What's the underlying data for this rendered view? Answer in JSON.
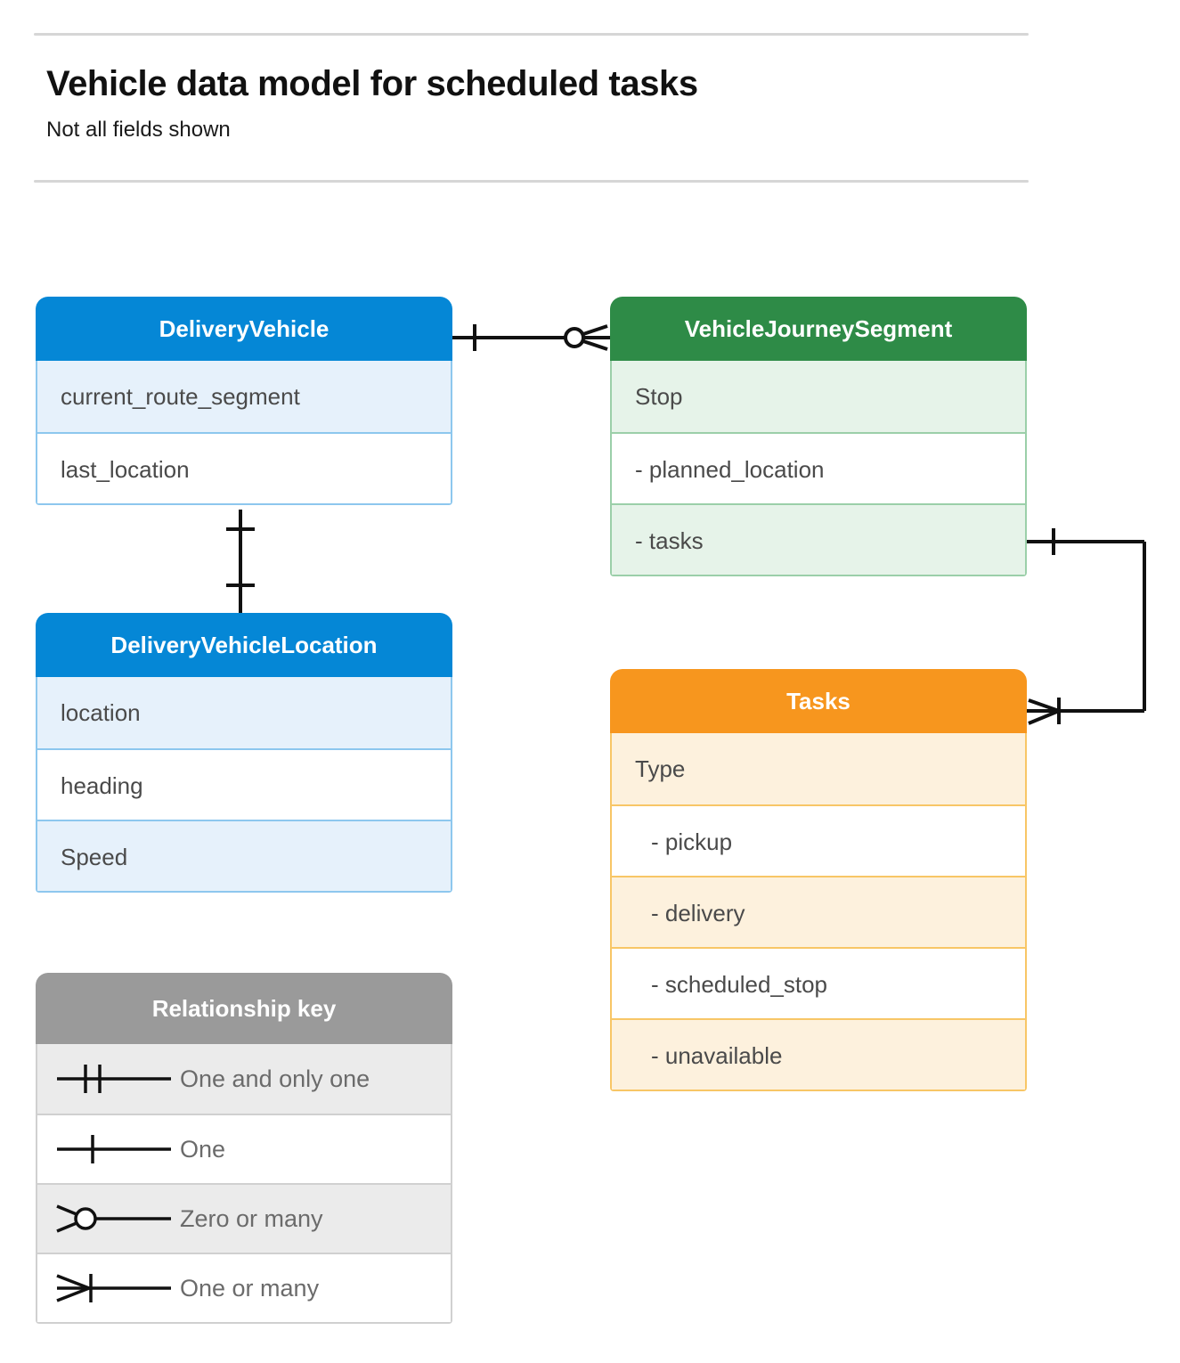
{
  "header": {
    "title": "Vehicle data model for scheduled tasks",
    "subtitle": "Not all fields shown"
  },
  "colors": {
    "blue_header": "#0587d6",
    "blue_row_alt": "#e6f1fb",
    "blue_border": "#8dc7ee",
    "green_header": "#2e8b47",
    "green_row_alt": "#e6f3e9",
    "green_border": "#9bcfa9",
    "orange_header": "#f7961e",
    "orange_row_alt": "#fdf1dd",
    "orange_border": "#f8c666",
    "gray_header": "#9a9a9a",
    "gray_row_alt": "#ebebeb",
    "connector": "#000000",
    "text_field": "#4a4a4a",
    "rule": "#d6d6d6"
  },
  "entities": {
    "delivery_vehicle": {
      "title": "DeliveryVehicle",
      "fields": [
        {
          "label": "current_route_segment"
        },
        {
          "label": "last_location"
        }
      ]
    },
    "vehicle_journey_segment": {
      "title": "VehicleJourneySegment",
      "fields": [
        {
          "label": "Stop"
        },
        {
          "label": "-  planned_location"
        },
        {
          "label": "- tasks"
        }
      ]
    },
    "delivery_vehicle_location": {
      "title": "DeliveryVehicleLocation",
      "fields": [
        {
          "label": "location"
        },
        {
          "label": "heading"
        },
        {
          "label": "Speed"
        }
      ]
    },
    "tasks": {
      "title": "Tasks",
      "fields": [
        {
          "label": "Type"
        },
        {
          "label": "-  pickup"
        },
        {
          "label": "-  delivery"
        },
        {
          "label": "-  scheduled_stop"
        },
        {
          "label": "-  unavailable"
        }
      ]
    }
  },
  "legend": {
    "title": "Relationship key",
    "rows": [
      {
        "symbol": "one-and-only-one",
        "label": "One and only one"
      },
      {
        "symbol": "one",
        "label": "One"
      },
      {
        "symbol": "zero-or-many",
        "label": "Zero or many"
      },
      {
        "symbol": "one-or-many",
        "label": "One or many"
      }
    ]
  },
  "relationships": [
    {
      "name": "deliveryvehicle-to-vehiclejourneysegment",
      "from": "DeliveryVehicle",
      "to": "VehicleJourneySegment",
      "from_cardinality": "one",
      "to_cardinality": "zero-or-many"
    },
    {
      "name": "deliveryvehicle-to-deliveryvehiclelocation",
      "from": "DeliveryVehicle",
      "to": "DeliveryVehicleLocation",
      "from_cardinality": "one",
      "to_cardinality": "one"
    },
    {
      "name": "vehiclejourneysegment-tasks-to-tasks",
      "from": "VehicleJourneySegment",
      "to": "Tasks",
      "from_cardinality": "one",
      "to_cardinality": "one-or-many"
    }
  ]
}
